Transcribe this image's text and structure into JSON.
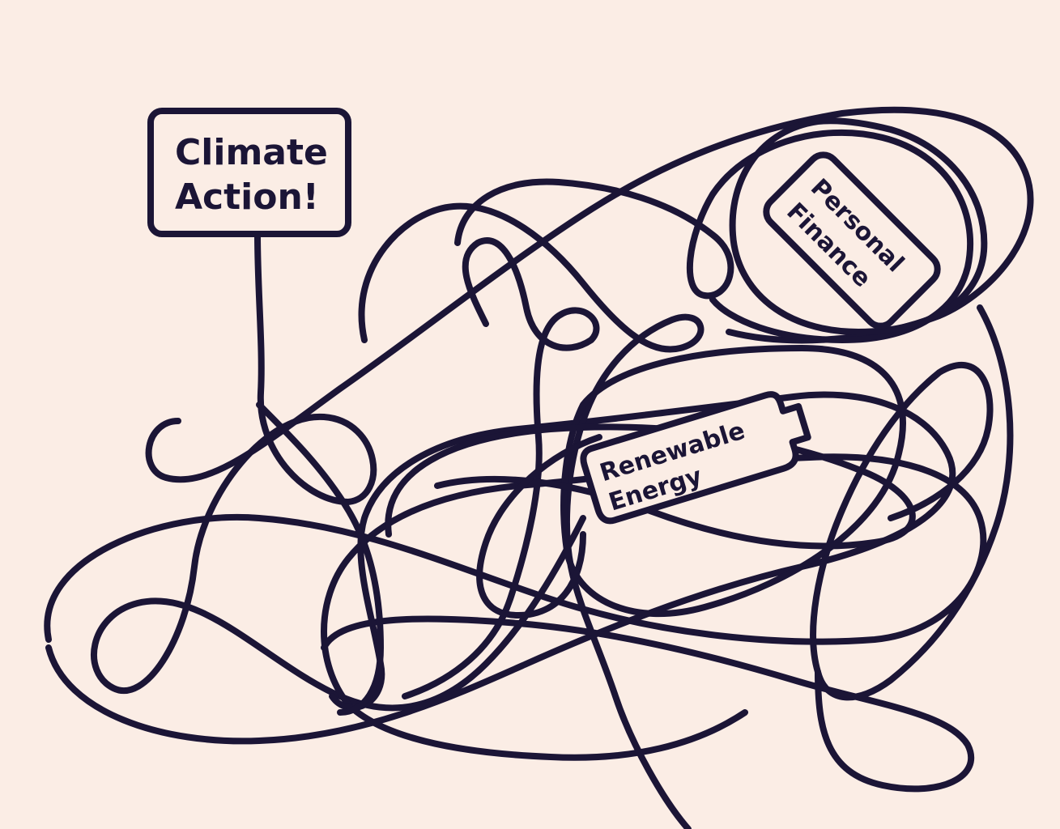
{
  "labels": {
    "climate": {
      "line1": "Climate",
      "line2": "Action!"
    },
    "finance": {
      "line1": "Personal",
      "line2": "Finance"
    },
    "energy": {
      "line1": "Renewable",
      "line2": "Energy"
    }
  },
  "colors": {
    "background": "#fbede5",
    "ink": "#1b1536"
  }
}
